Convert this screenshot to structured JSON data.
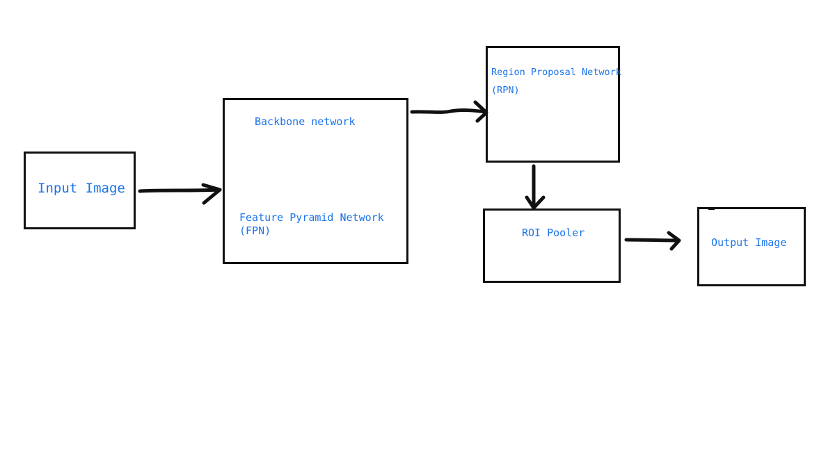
{
  "diagram": {
    "nodes": {
      "input": {
        "label": "Input Image"
      },
      "backbone": {
        "title": "Backbone network",
        "subtitle_line1": "Feature Pyramid Network",
        "subtitle_line2": "(FPN)"
      },
      "rpn": {
        "line1": "Region Proposal Network",
        "line2": "(RPN)"
      },
      "roi": {
        "label": "ROI Pooler"
      },
      "output": {
        "label": "Output Image"
      }
    },
    "edges": [
      {
        "from": "Input Image",
        "to": "Backbone network"
      },
      {
        "from": "Backbone network",
        "to": "Region Proposal Network"
      },
      {
        "from": "Region Proposal Network",
        "to": "ROI Pooler"
      },
      {
        "from": "ROI Pooler",
        "to": "Output Image"
      }
    ],
    "colors": {
      "text": "#1a73e8",
      "stroke": "#111111",
      "background": "#ffffff"
    }
  }
}
